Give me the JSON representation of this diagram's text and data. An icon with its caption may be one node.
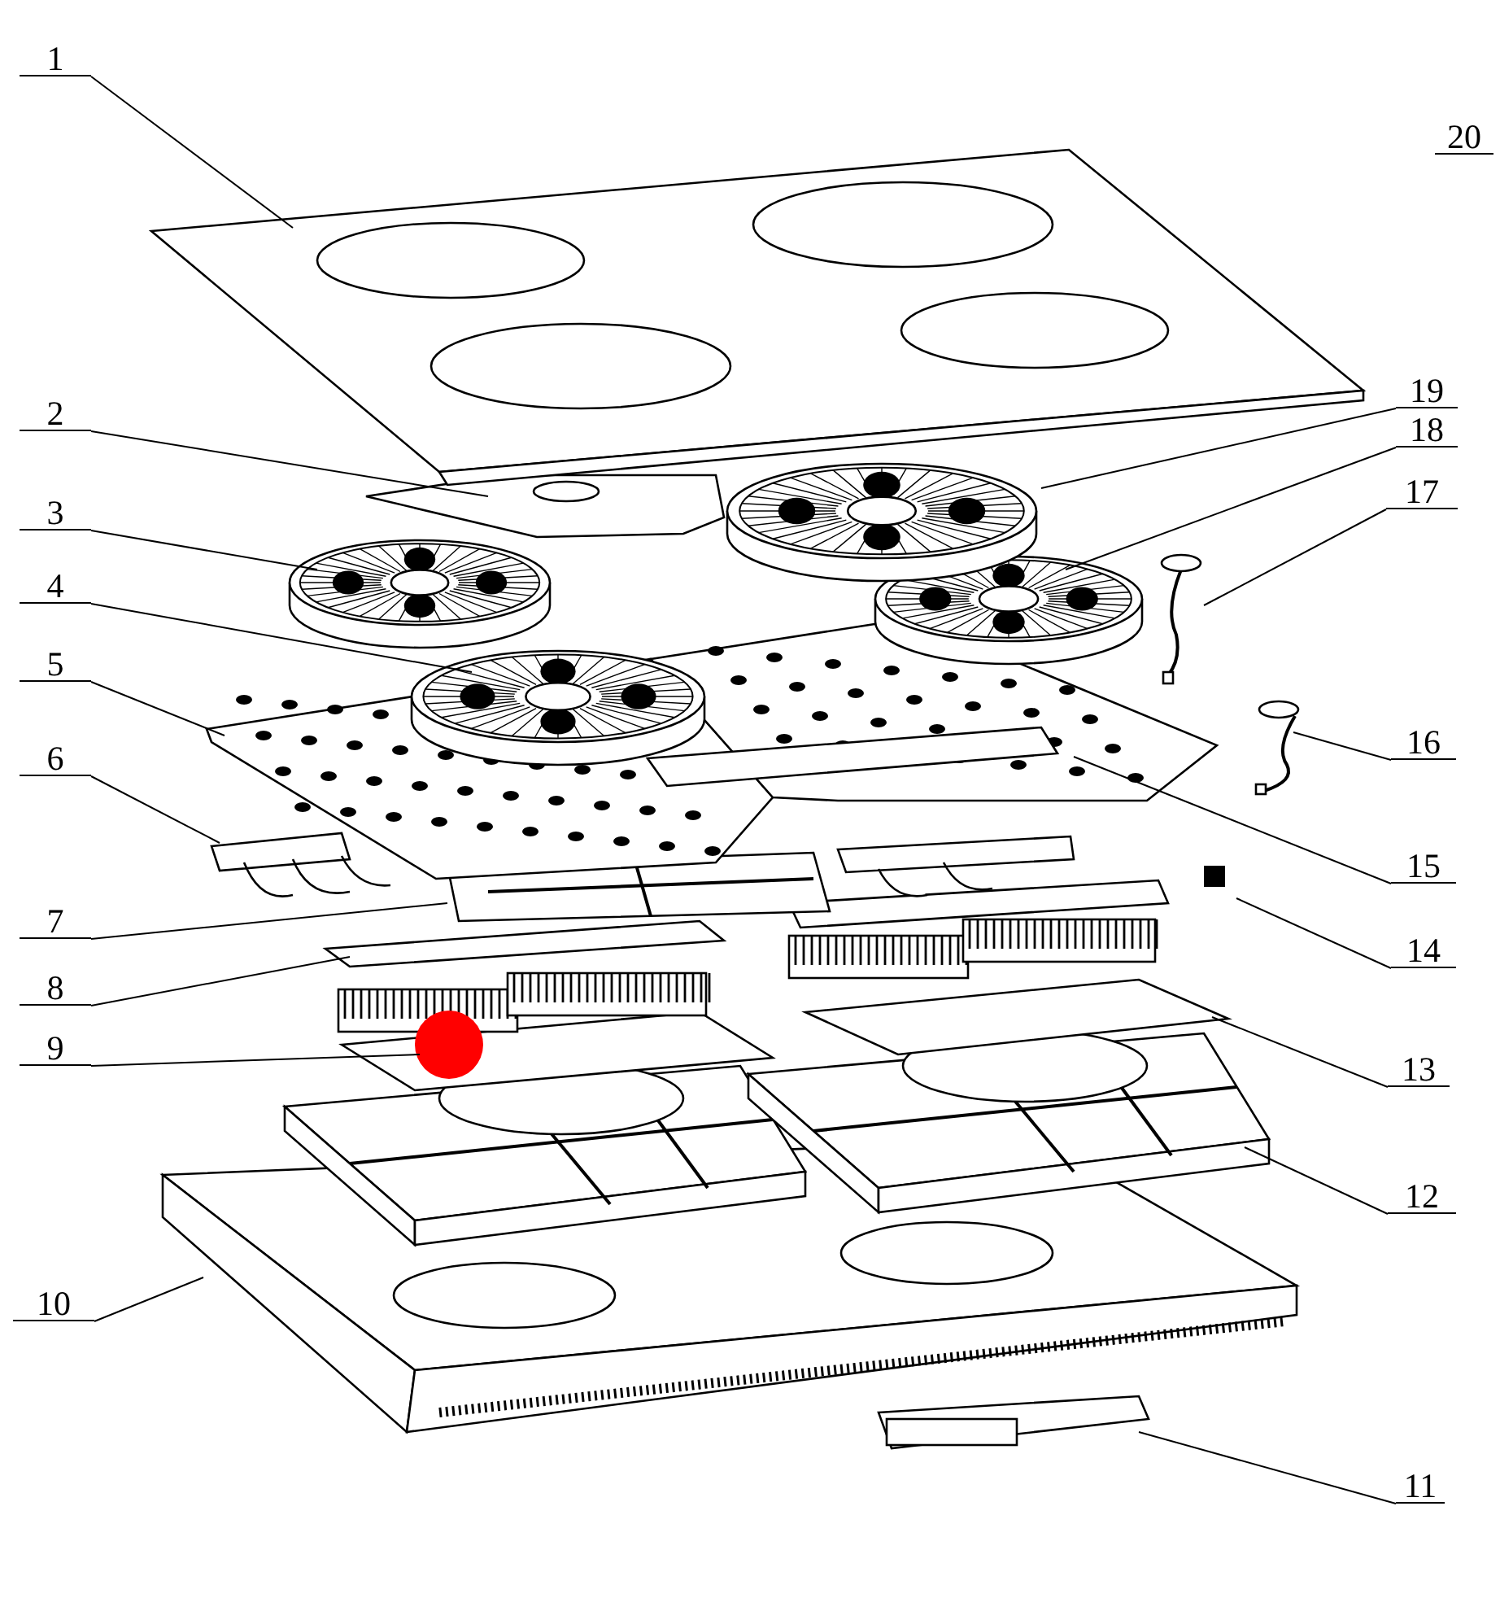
{
  "diagram": {
    "nodes": [
      {
        "text": [
          "1"
        ]
      },
      {
        "text": [
          "2"
        ]
      },
      {
        "text": [
          "3"
        ]
      },
      {
        "text": [
          "4"
        ]
      },
      {
        "text": [
          "5"
        ]
      },
      {
        "text": [
          "6"
        ]
      },
      {
        "text": [
          "7"
        ]
      },
      {
        "text": [
          "8"
        ]
      },
      {
        "text": [
          "9"
        ]
      },
      {
        "text": [
          "10"
        ]
      },
      {
        "text": [
          "11"
        ]
      },
      {
        "text": [
          "12"
        ]
      },
      {
        "text": [
          "13"
        ]
      },
      {
        "text": [
          "14"
        ]
      },
      {
        "text": [
          "15"
        ]
      },
      {
        "text": [
          "16"
        ]
      },
      {
        "text": [
          "17"
        ]
      },
      {
        "text": [
          "18"
        ]
      },
      {
        "text": [
          "19"
        ]
      }
    ],
    "edges": [
      {
        "from": 0,
        "to": null,
        "arrow": "none"
      },
      {
        "from": 1,
        "to": null,
        "arrow": "none"
      },
      {
        "from": 2,
        "to": null,
        "arrow": "none"
      },
      {
        "from": 3,
        "to": null,
        "arrow": "none"
      },
      {
        "from": 4,
        "to": null,
        "arrow": "none"
      },
      {
        "from": 5,
        "to": null,
        "arrow": "none"
      },
      {
        "from": 6,
        "to": null,
        "arrow": "none"
      },
      {
        "from": 7,
        "to": null,
        "arrow": "none"
      },
      {
        "from": 8,
        "to": null,
        "arrow": "none"
      },
      {
        "from": 9,
        "to": null,
        "arrow": "none"
      },
      {
        "from": 10,
        "to": null,
        "arrow": "none"
      },
      {
        "from": 11,
        "to": null,
        "arrow": "none"
      },
      {
        "from": 12,
        "to": null,
        "arrow": "none"
      },
      {
        "from": 13,
        "to": null,
        "arrow": "none"
      },
      {
        "from": 14,
        "to": null,
        "arrow": "none"
      },
      {
        "from": 15,
        "to": null,
        "arrow": "none"
      },
      {
        "from": 16,
        "to": null,
        "arrow": "none"
      },
      {
        "from": 17,
        "to": null,
        "arrow": "none"
      },
      {
        "from": 18,
        "to": null,
        "arrow": "none"
      }
    ],
    "labels": [
      "20"
    ]
  }
}
